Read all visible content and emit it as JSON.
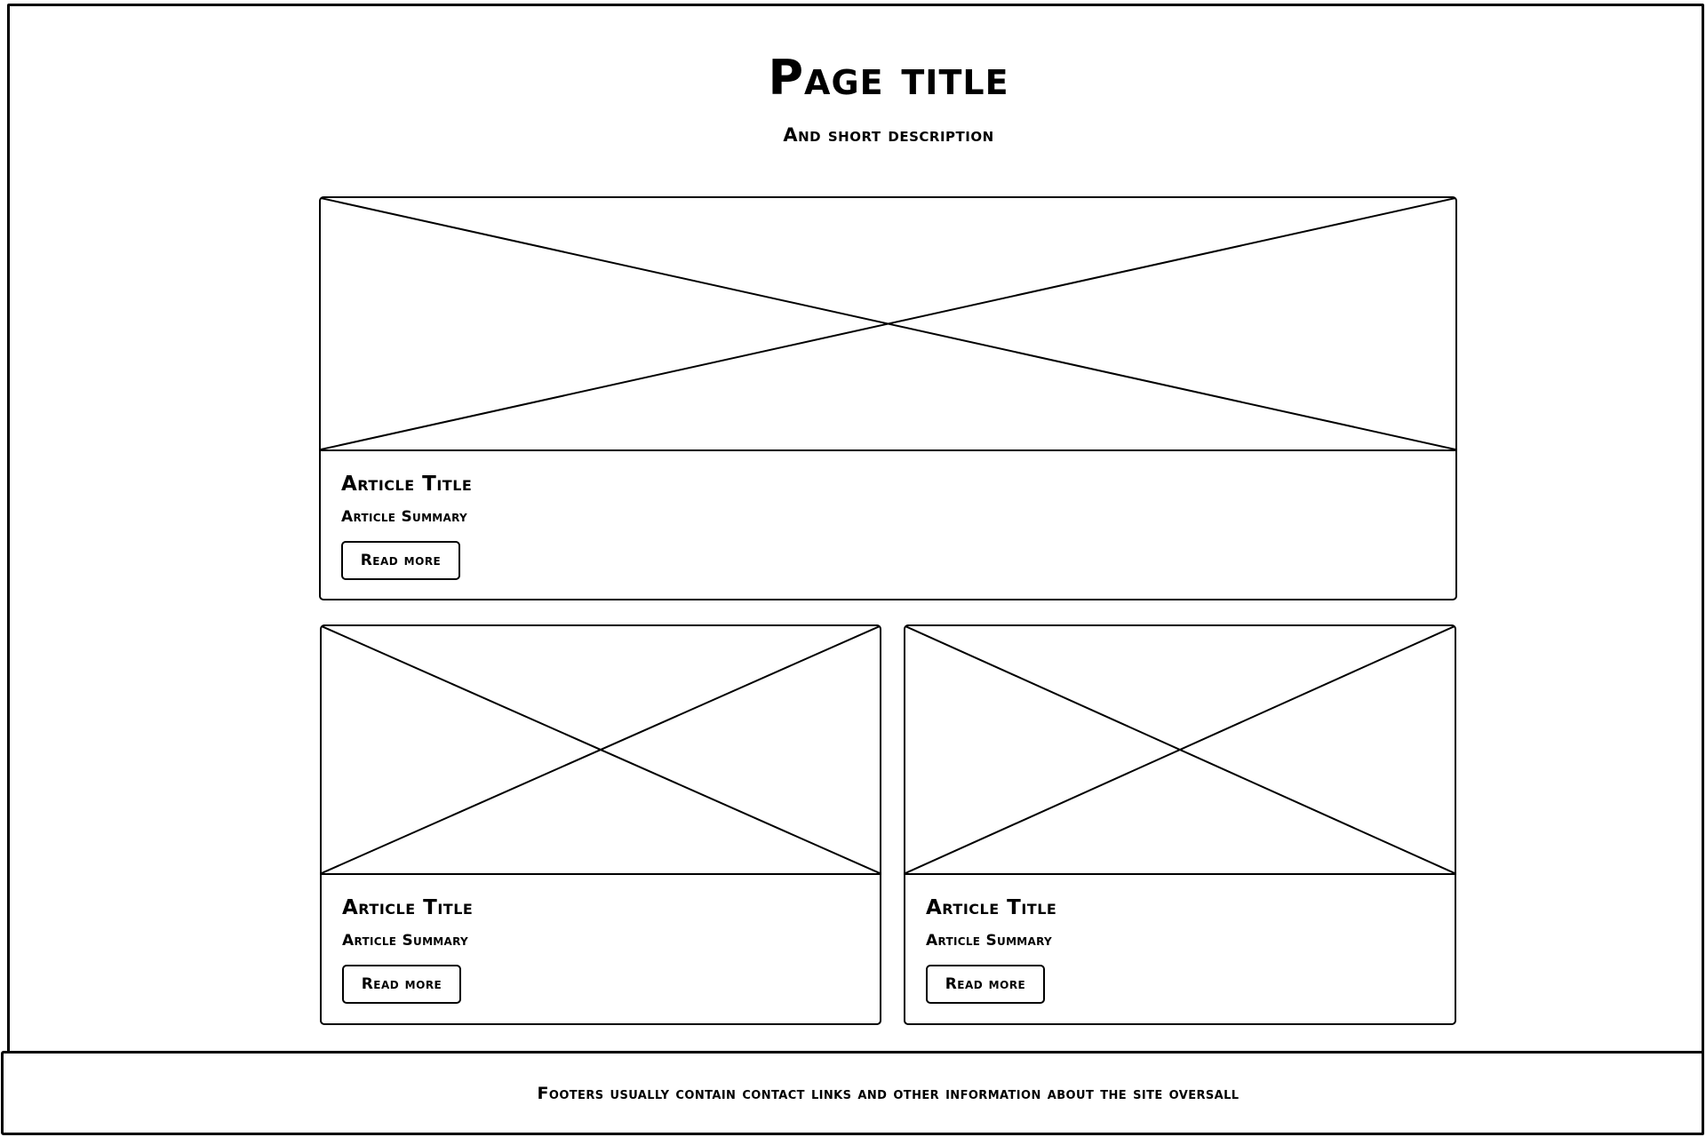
{
  "page": {
    "title": "Page title",
    "description": "And short description"
  },
  "articles": [
    {
      "title": "Article Title",
      "summary": "Article Summary",
      "button_label": "Read more"
    },
    {
      "title": "Article Title",
      "summary": "Article Summary",
      "button_label": "Read more"
    },
    {
      "title": "Article Title",
      "summary": "Article Summary",
      "button_label": "Read more"
    }
  ],
  "footer": {
    "text": "Footers usually contain contact links and other information about the site oversall"
  },
  "icons": {
    "image_placeholder": "x-cross-icon"
  },
  "colors": {
    "ink": "#000000",
    "background": "#ffffff"
  }
}
